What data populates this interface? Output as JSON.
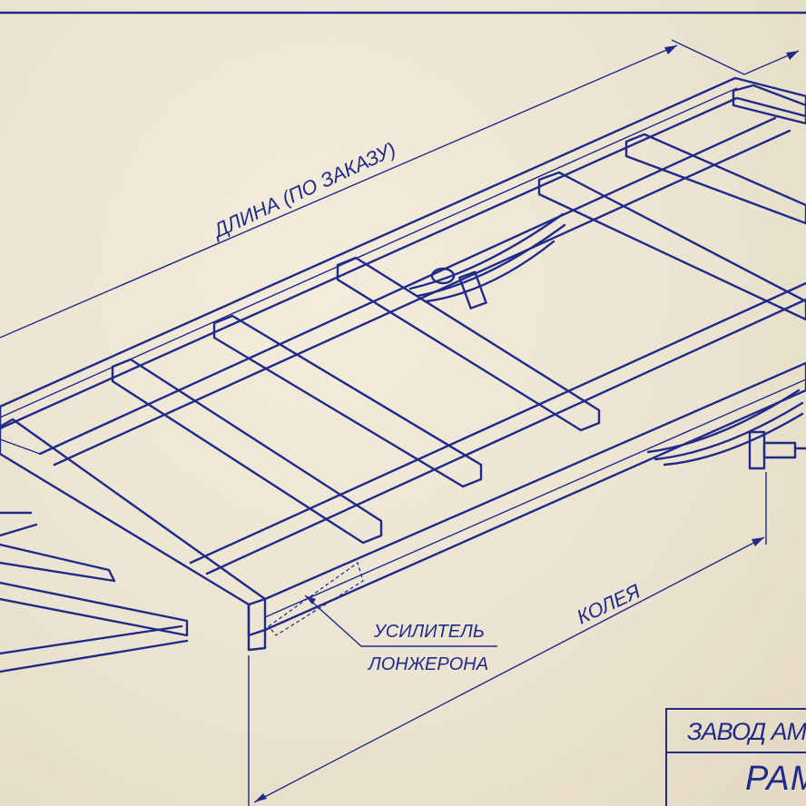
{
  "labels": {
    "length": "ДЛИНА (ПО ЗАКАЗУ)",
    "track": "КОЛЕЯ",
    "reinforcement_line1": "УСИЛИТЕЛЬ",
    "reinforcement_line2": "ЛОНЖЕРОНА"
  },
  "title_block": {
    "row1": "ЗАВОД АМС",
    "row2": "РАМА"
  },
  "colors": {
    "ink": "#1f2a8a",
    "paper": "#efe8d8"
  }
}
